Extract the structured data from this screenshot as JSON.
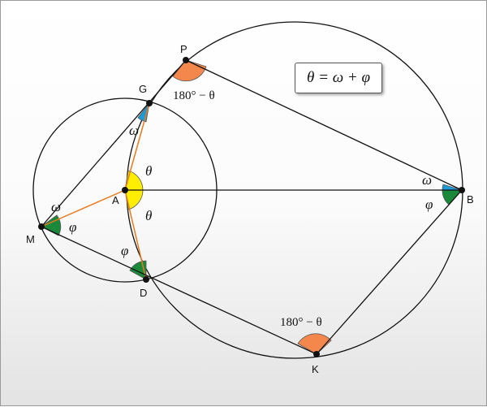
{
  "formula": "θ = ω + φ",
  "points": {
    "P": "P",
    "G": "G",
    "A": "A",
    "M": "M",
    "D": "D",
    "B": "B",
    "K": "K"
  },
  "angle_labels": {
    "theta_upper": "θ",
    "theta_lower": "θ",
    "omega_M": "ω",
    "phi_M": "φ",
    "omega_G": "ω",
    "phi_D": "φ",
    "omega_B": "ω",
    "phi_B": "φ",
    "p_angle": "180° − θ",
    "k_angle": "180° − θ"
  },
  "colors": {
    "theta": "#ffee00",
    "omega": "#1e9ad6",
    "phi": "#1a8a3a",
    "supplement": "#f4874b",
    "radius": "#e87a1e",
    "line": "#111111"
  }
}
